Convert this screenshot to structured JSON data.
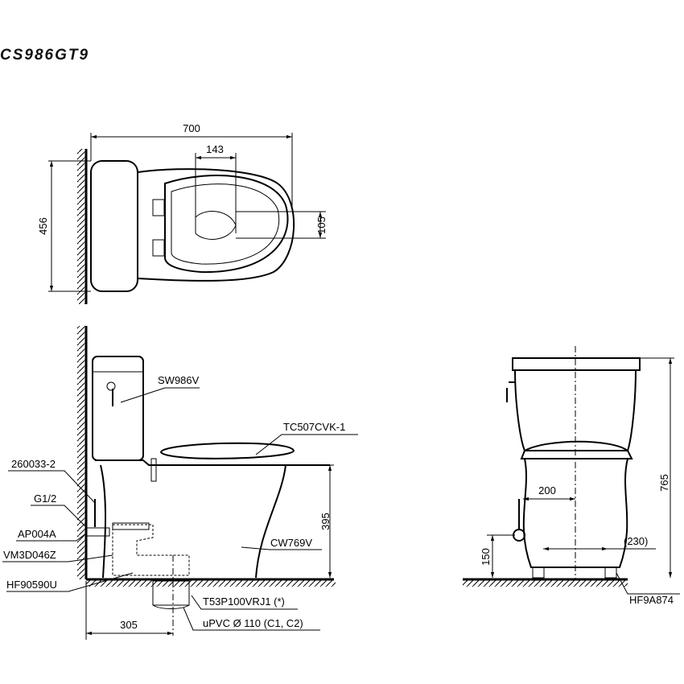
{
  "title": "CS986GT9",
  "top_view": {
    "dim_width": "700",
    "dim_outlet": "143",
    "dim_depth": "456",
    "dim_offset": "105"
  },
  "side_view": {
    "labels": {
      "tank": "SW986V",
      "seat": "TC507CVK-1",
      "hose": "260033-2",
      "thread": "G1/2",
      "valve": "AP004A",
      "flange": "VM3D046Z",
      "bolt": "HF90590U",
      "bowl": "CW769V",
      "adapter": "T53P100VRJ1 (*)",
      "pipe": "uPVC Ø 110 (C1, C2)"
    },
    "dim_height": "395",
    "dim_rough_in": "305"
  },
  "front_view": {
    "dim_total_height": "765",
    "dim_inlet_offset": "200",
    "dim_inlet_height": "150",
    "dim_bolt_spacing": "(230)",
    "bolt_label": "HF9A874"
  }
}
